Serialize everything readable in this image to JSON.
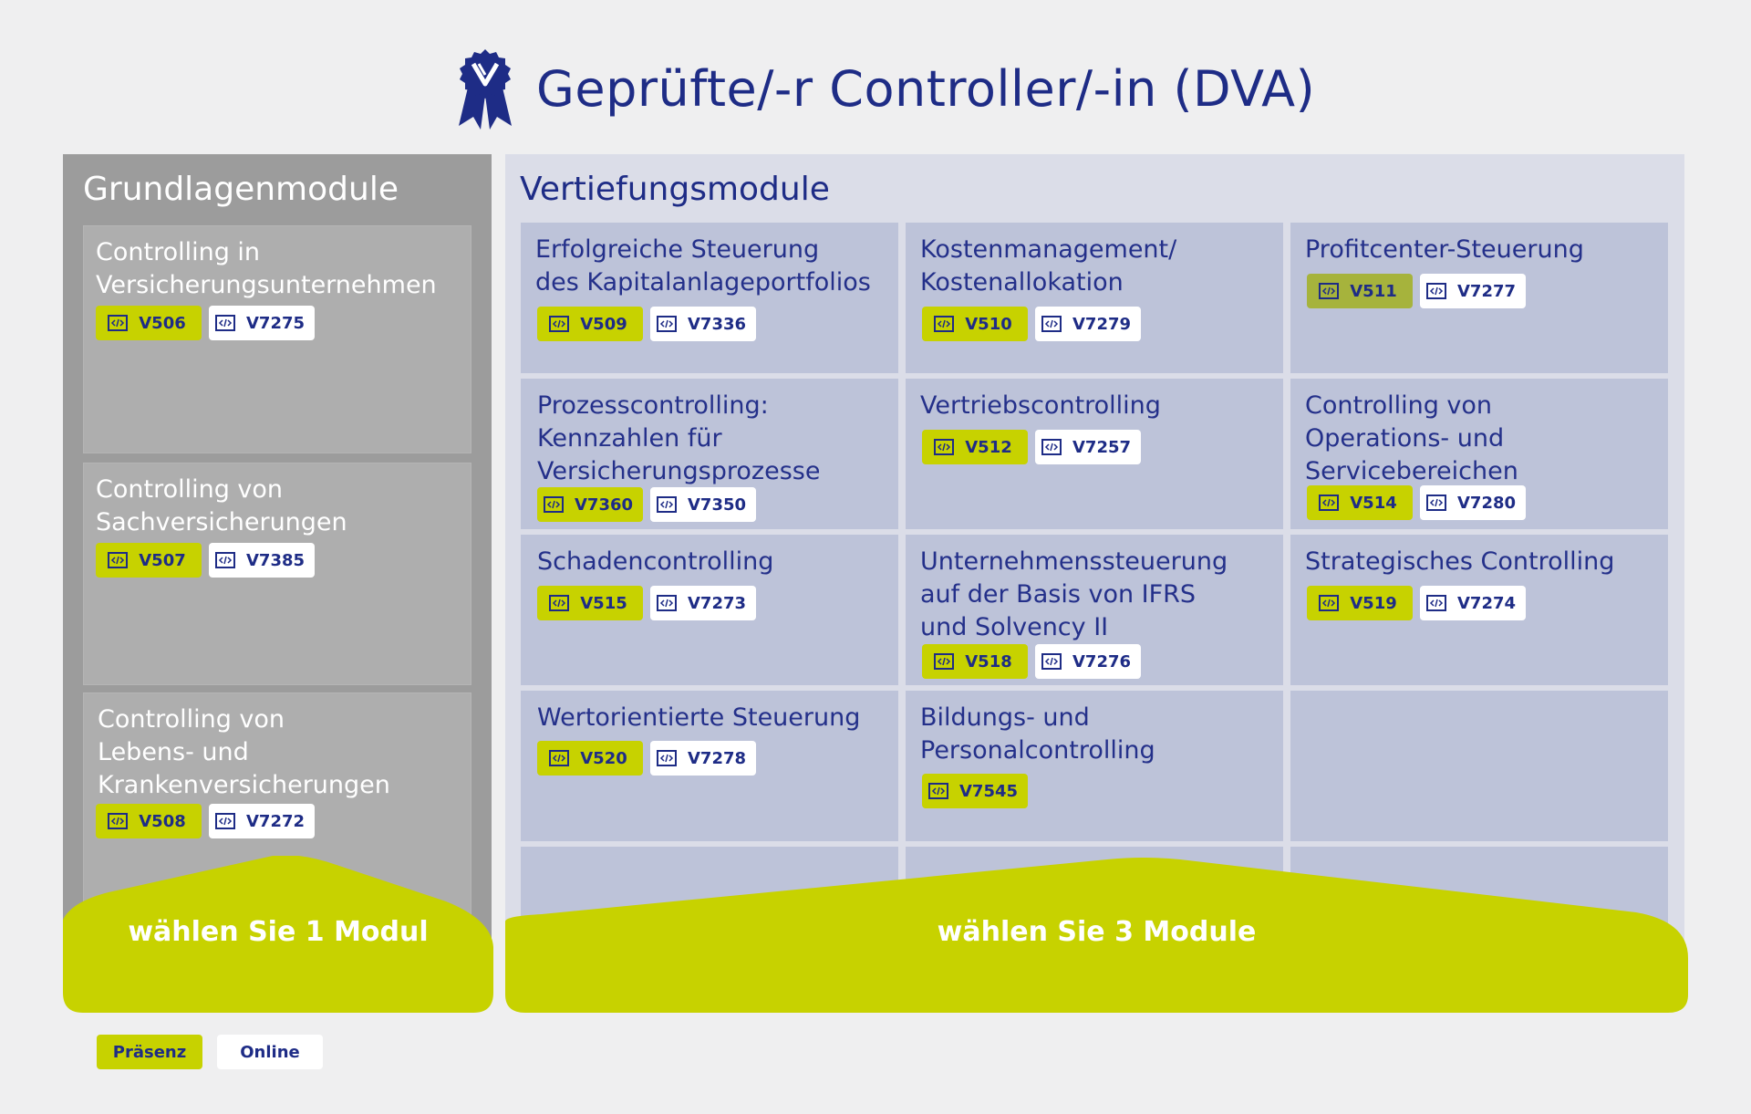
{
  "header": {
    "title": "Geprüfte/-r  Controller/-in (DVA)",
    "icon": "award-ribbon-icon",
    "brand_color": "#1e2c86",
    "accent_color": "#c7d200"
  },
  "left": {
    "title": "Grundlagenmodule",
    "band_label": "wählen Sie 1 Modul",
    "modules": [
      {
        "title": "Controlling in\nVersicherungsunternehmen",
        "presence": "V506",
        "online": "V7275"
      },
      {
        "title": "Controlling von\nSachversicherungen",
        "presence": "V507",
        "online": "V7385"
      },
      {
        "title": "Controlling von\nLebens- und\nKrankenversicherungen",
        "presence": "V508",
        "online": "V7272"
      }
    ]
  },
  "right": {
    "title": "Vertiefungsmodule",
    "band_label": "wählen Sie 3 Module",
    "modules": [
      {
        "title": "Erfolgreiche Steuerung\ndes Kapitalanlageportfolios",
        "presence": "V509",
        "online": "V7336"
      },
      {
        "title": "Kostenmanagement/\nKostenallokation",
        "presence": "V510",
        "online": "V7279"
      },
      {
        "title": "Profitcenter-Steuerung",
        "presence": "V511",
        "online": "V7277"
      },
      {
        "title": "Prozesscontrolling:\nKennzahlen für\nVersicherungsprozesse",
        "presence": "V7360",
        "online": "V7350"
      },
      {
        "title": "Vertriebscontrolling",
        "presence": "V512",
        "online": "V7257"
      },
      {
        "title": "Controlling von\nOperations- und\nServicebereichen",
        "presence": "V514",
        "online": "V7280"
      },
      {
        "title": "Schadencontrolling",
        "presence": "V515",
        "online": "V7273"
      },
      {
        "title": "Unternehmenssteuerung\nauf der Basis von IFRS\nund Solvency II",
        "presence": "V518",
        "online": "V7276"
      },
      {
        "title": "Strategisches Controlling",
        "presence": "V519",
        "online": "V7274"
      },
      {
        "title": "Wertorientierte Steuerung",
        "presence": "V520",
        "online": "V7278"
      },
      {
        "title": "Bildungs- und\nPersonalcontrolling",
        "presence": "V7545"
      }
    ]
  },
  "legend": {
    "presence_label": "Präsenz",
    "online_label": "Online"
  }
}
